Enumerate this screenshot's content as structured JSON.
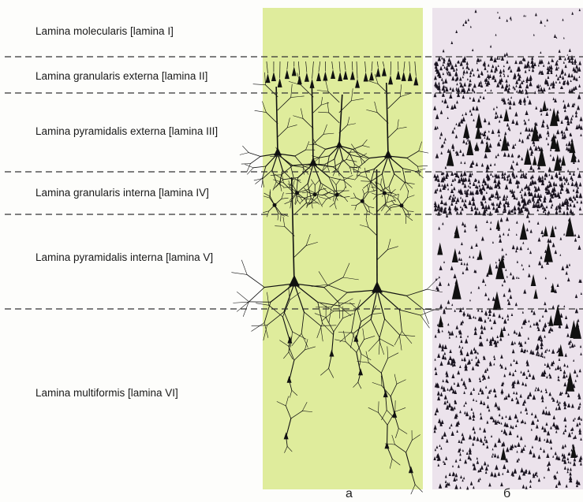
{
  "laminae": [
    {
      "label": "Lamina molecularis [lamina I]"
    },
    {
      "label": "Lamina granularis externa [lamina II]"
    },
    {
      "label": "Lamina pyramidalis externa [lamina III]"
    },
    {
      "label": "Lamina granularis interna [lamina IV]"
    },
    {
      "label": "Lamina pyramidalis interna [lamina V]"
    },
    {
      "label": "Lamina multiformis [lamina VI]"
    }
  ],
  "panels": {
    "left_caption": "а",
    "right_caption": "б"
  },
  "colors": {
    "golgi_background": "#dfec9c",
    "nissl_background": "#ece3ec",
    "neuron": "#111111",
    "divider": "#333333"
  }
}
